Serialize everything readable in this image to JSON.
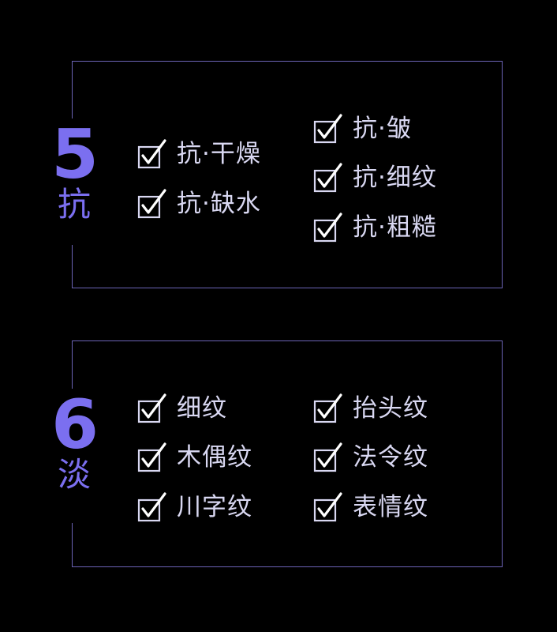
{
  "accent_color": "#7b6ff0",
  "border_color": "#6b63b5",
  "text_color": "#d9d8f2",
  "check_icon": "checked-checkbox-icon",
  "section1": {
    "number": "5",
    "char": "抗",
    "items": [
      {
        "label": "抗·干燥"
      },
      {
        "label": "抗·缺水"
      },
      {
        "label": "抗·皱"
      },
      {
        "label": "抗·细纹"
      },
      {
        "label": "抗·粗糙"
      }
    ]
  },
  "section2": {
    "number": "6",
    "char": "淡",
    "items": [
      {
        "label": "细纹"
      },
      {
        "label": "木偶纹"
      },
      {
        "label": "川字纹"
      },
      {
        "label": "抬头纹"
      },
      {
        "label": "法令纹"
      },
      {
        "label": "表情纹"
      }
    ]
  }
}
